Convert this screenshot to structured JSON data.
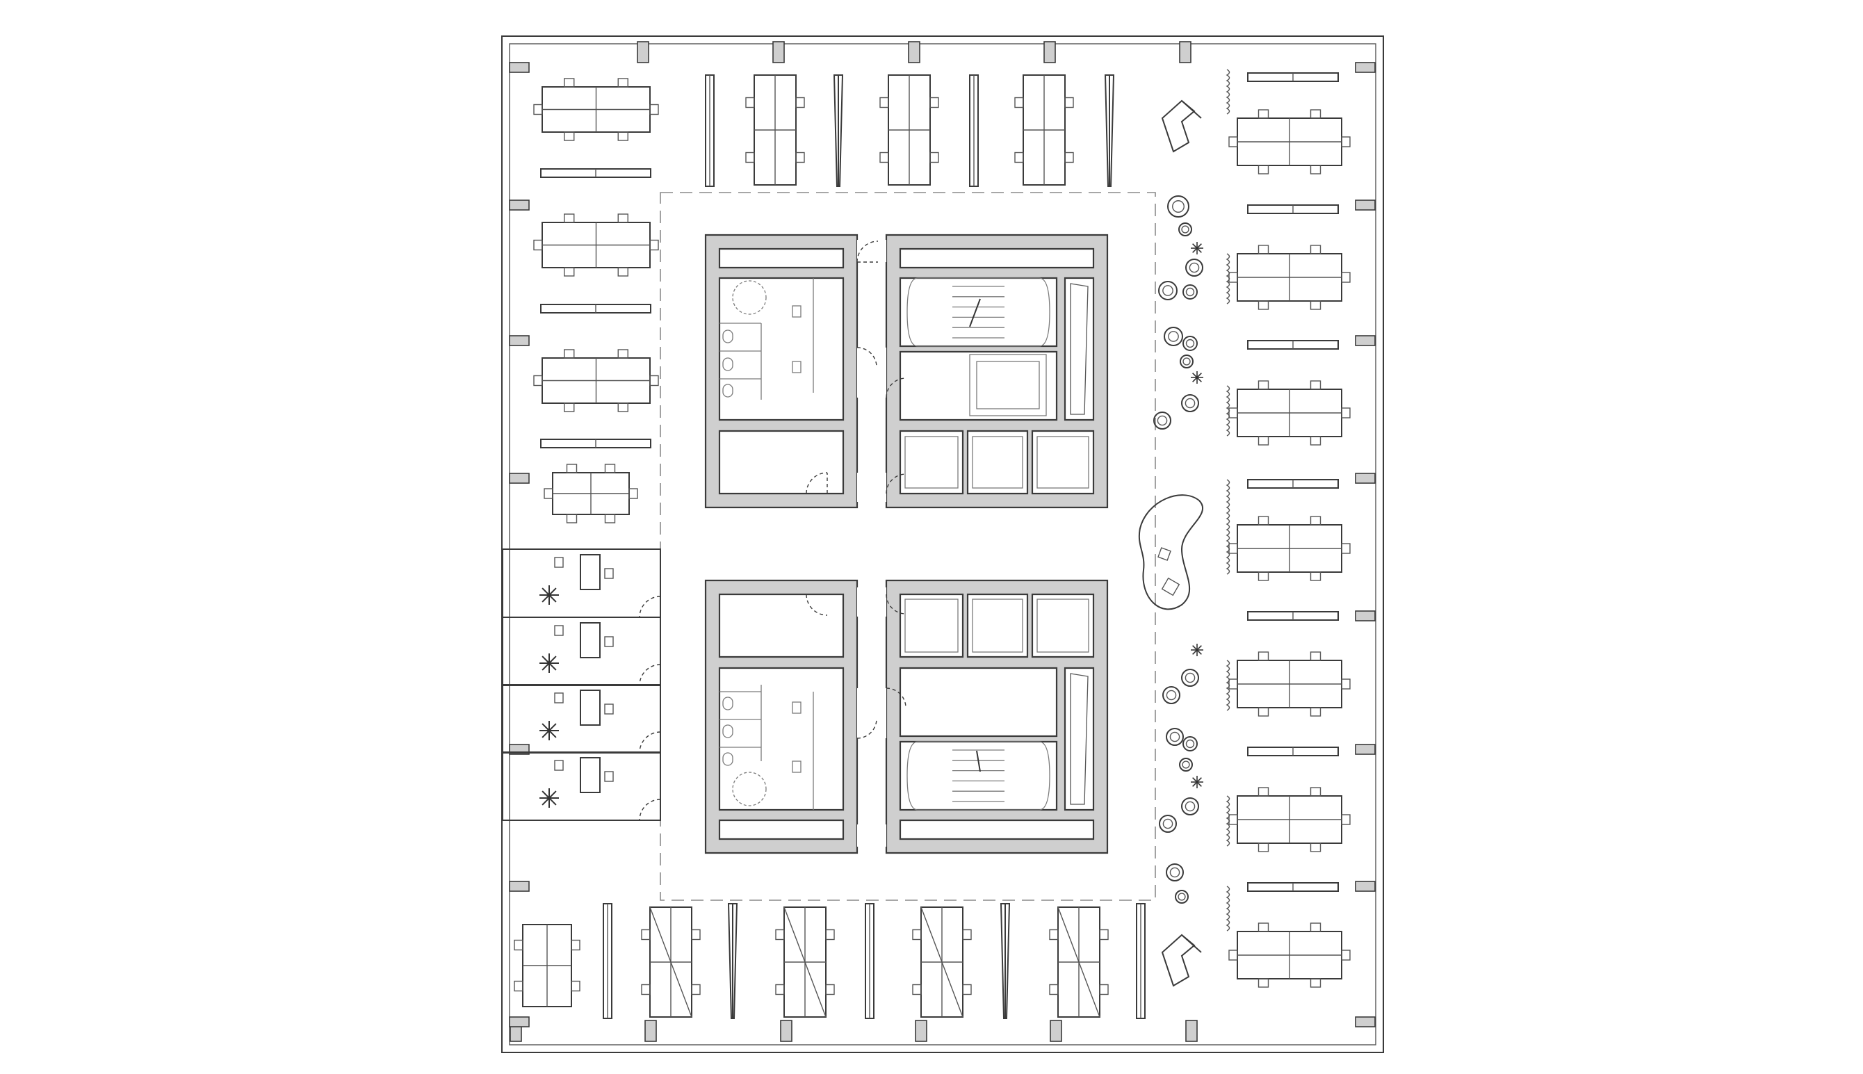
{
  "drawing": {
    "type": "architectural floor plan",
    "colors": {
      "line": "#3a3a3a",
      "wall_fill": "#cfcfcf",
      "background": "#ffffff"
    },
    "elements": {
      "facade_columns": 28,
      "service_cores": 2,
      "stairs": 2,
      "elevators": 6,
      "restrooms": 2,
      "private_offices": 4,
      "lounge_planters": 8,
      "workstation_clusters": 27
    }
  }
}
